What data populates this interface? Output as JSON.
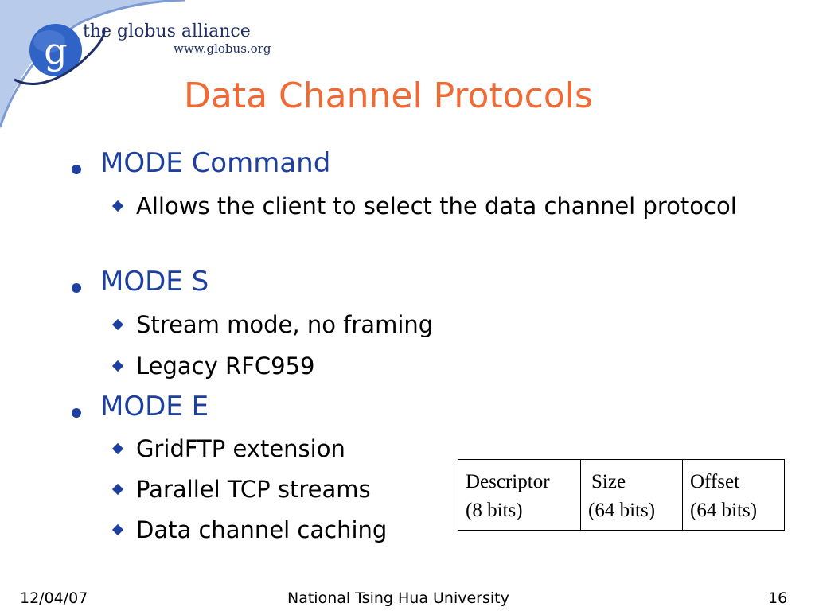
{
  "brand": {
    "name": "the globus alliance",
    "url": "www.globus.org",
    "logo_letter": "g",
    "colors": {
      "swoosh": "#6f93cf",
      "circle": "#2f63c6",
      "text": "#1f2f66"
    }
  },
  "title": "Data Channel Protocols",
  "bullets": [
    {
      "label": "MODE Command",
      "subs": [
        "Allows the client to select the data channel protocol"
      ]
    },
    {
      "label": "MODE S",
      "subs": [
        "Stream mode, no framing",
        "Legacy RFC959"
      ]
    },
    {
      "label": "MODE E",
      "subs": [
        "GridFTP extension",
        "Parallel TCP streams",
        "Data channel caching"
      ]
    }
  ],
  "frame_table": {
    "cells": [
      {
        "name": "Descriptor",
        "bits": "(8 bits)"
      },
      {
        "name": "Size",
        "bits": "(64 bits)"
      },
      {
        "name": "Offset",
        "bits": "(64 bits)"
      }
    ]
  },
  "footer": {
    "date": "12/04/07",
    "center": "National Tsing Hua University",
    "page": "16"
  },
  "colors": {
    "title": "#ef6a35",
    "bullet": "#1d3fa0"
  }
}
